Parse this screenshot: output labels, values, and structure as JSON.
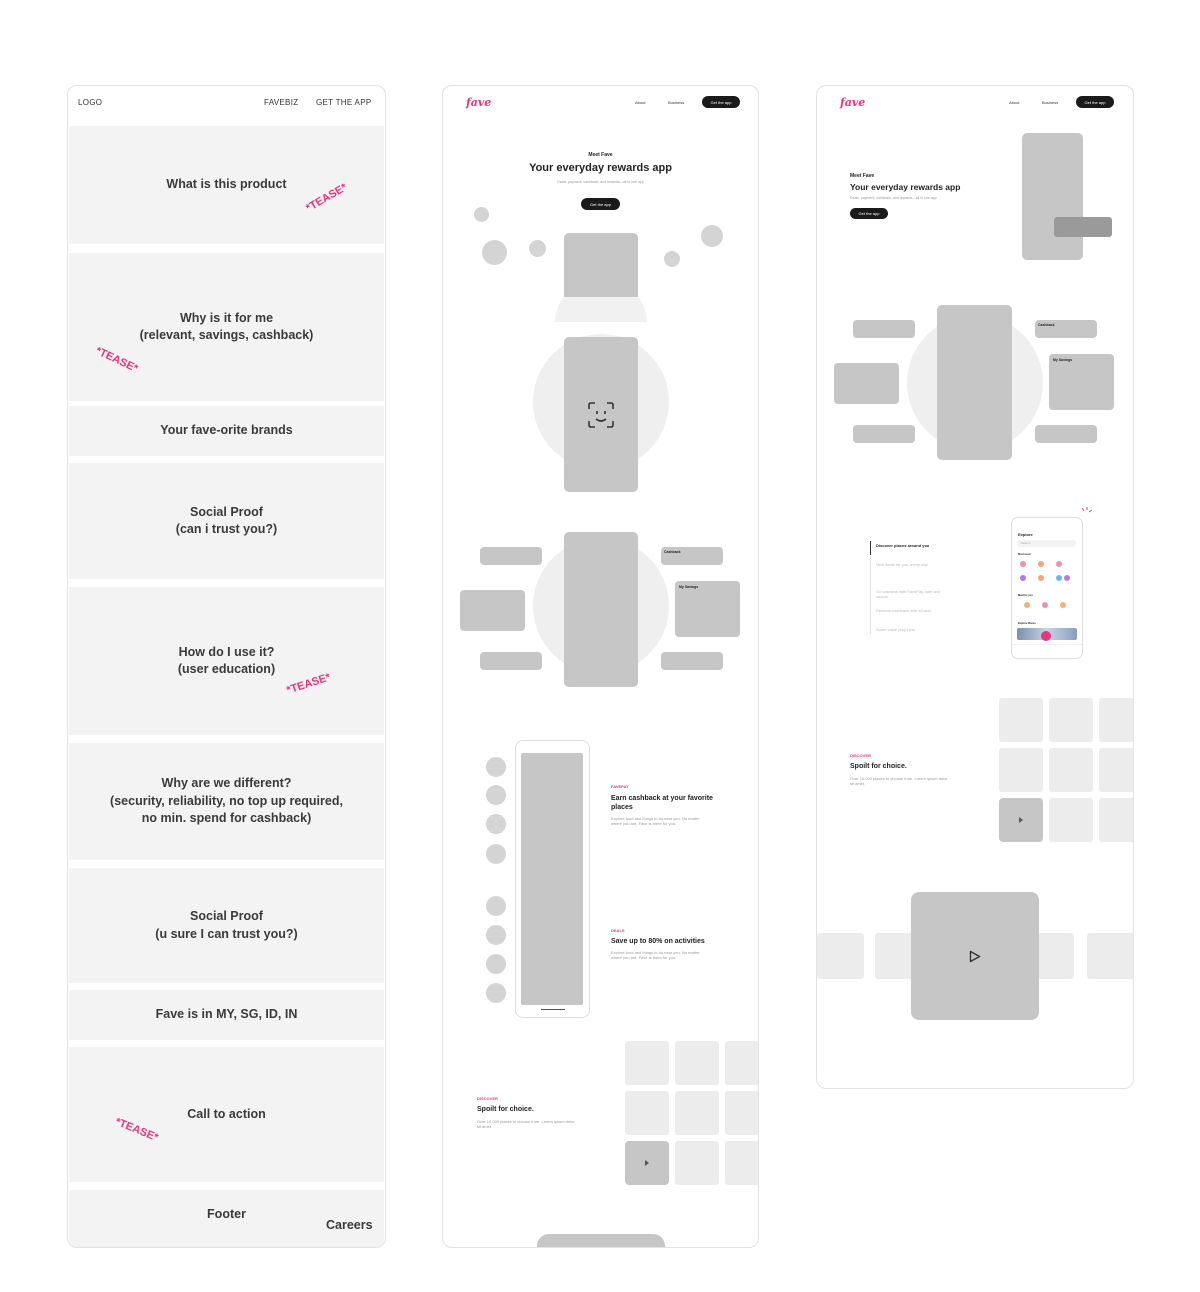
{
  "panel1": {
    "nav": {
      "logo": "LOGO",
      "link_favebiz": "FAVEBIZ",
      "link_get_app": "GET THE APP"
    },
    "sections": [
      {
        "label": "What is this product"
      },
      {
        "label": "Why is it for me\n(relevant, savings, cashback)"
      },
      {
        "label": "Your fave-orite brands"
      },
      {
        "label": "Social Proof\n(can i trust you?)"
      },
      {
        "label": "How do I use it?\n(user education)"
      },
      {
        "label": "Why are we different?\n(security, reliability, no top up required,\nno min. spend for cashback)"
      },
      {
        "label": "Social Proof\n(u sure I can trust you?)"
      },
      {
        "label": "Fave is in MY, SG, ID, IN"
      },
      {
        "label": "Call to action"
      }
    ],
    "footer": {
      "label": "Footer",
      "careers": "Careers"
    },
    "tease_label": "*TEASE*",
    "accent_color": "#e8357d"
  },
  "panel2": {
    "logo": "fave",
    "nav": {
      "about": "About",
      "business": "Business",
      "cta": "Get the app"
    },
    "hero": {
      "eyebrow": "Meet Fave",
      "title": "Your everyday rewards app",
      "subtitle": "Deals, payment, cashback, and rewards—all in one app",
      "cta": "Get the app"
    },
    "cards": {
      "cashback": "Cashback",
      "my_savings": "My Savings"
    },
    "features": [
      {
        "eyebrow": "FAVEPAY",
        "title": "Earn cashback at your favorite places",
        "body": "Explore food and things to do near you. No matter where you are, Fave is there for you."
      },
      {
        "eyebrow": "DEALS",
        "title": "Save up to 80% on activities",
        "body": "Explore food and things to do near you. No matter where you are, Fave is there for you."
      }
    ],
    "discover": {
      "eyebrow": "DISCOVER",
      "title": "Spoilt for choice.",
      "body": "Over 10,000 places to choose from. Lorem ipsum dolor sit amet."
    }
  },
  "panel3": {
    "logo": "fave",
    "nav": {
      "about": "About",
      "business": "Business",
      "cta": "Get the app"
    },
    "hero": {
      "eyebrow": "Meet Fave",
      "title": "Your everyday rewards app",
      "subtitle": "Deals, payment, cashback, and rewards—all in one app",
      "cta": "Get the app"
    },
    "cards": {
      "cashback": "Cashback",
      "my_savings": "My Savings"
    },
    "steps": [
      "Discover places around you",
      "New deals for you, every day",
      "Go cashless with FavePay, safe and secure",
      "Redeem cashback with eCards",
      "Some value prop here"
    ],
    "phone": {
      "title": "Explore",
      "search": "Search",
      "sec1": "Most used",
      "sec2": "Meal for you",
      "sec3": "Explore Places"
    },
    "discover": {
      "eyebrow": "DISCOVER",
      "title": "Spoilt for choice.",
      "body": "Over 10,000 places to choose from. Lorem ipsum dolor sit amet."
    }
  }
}
